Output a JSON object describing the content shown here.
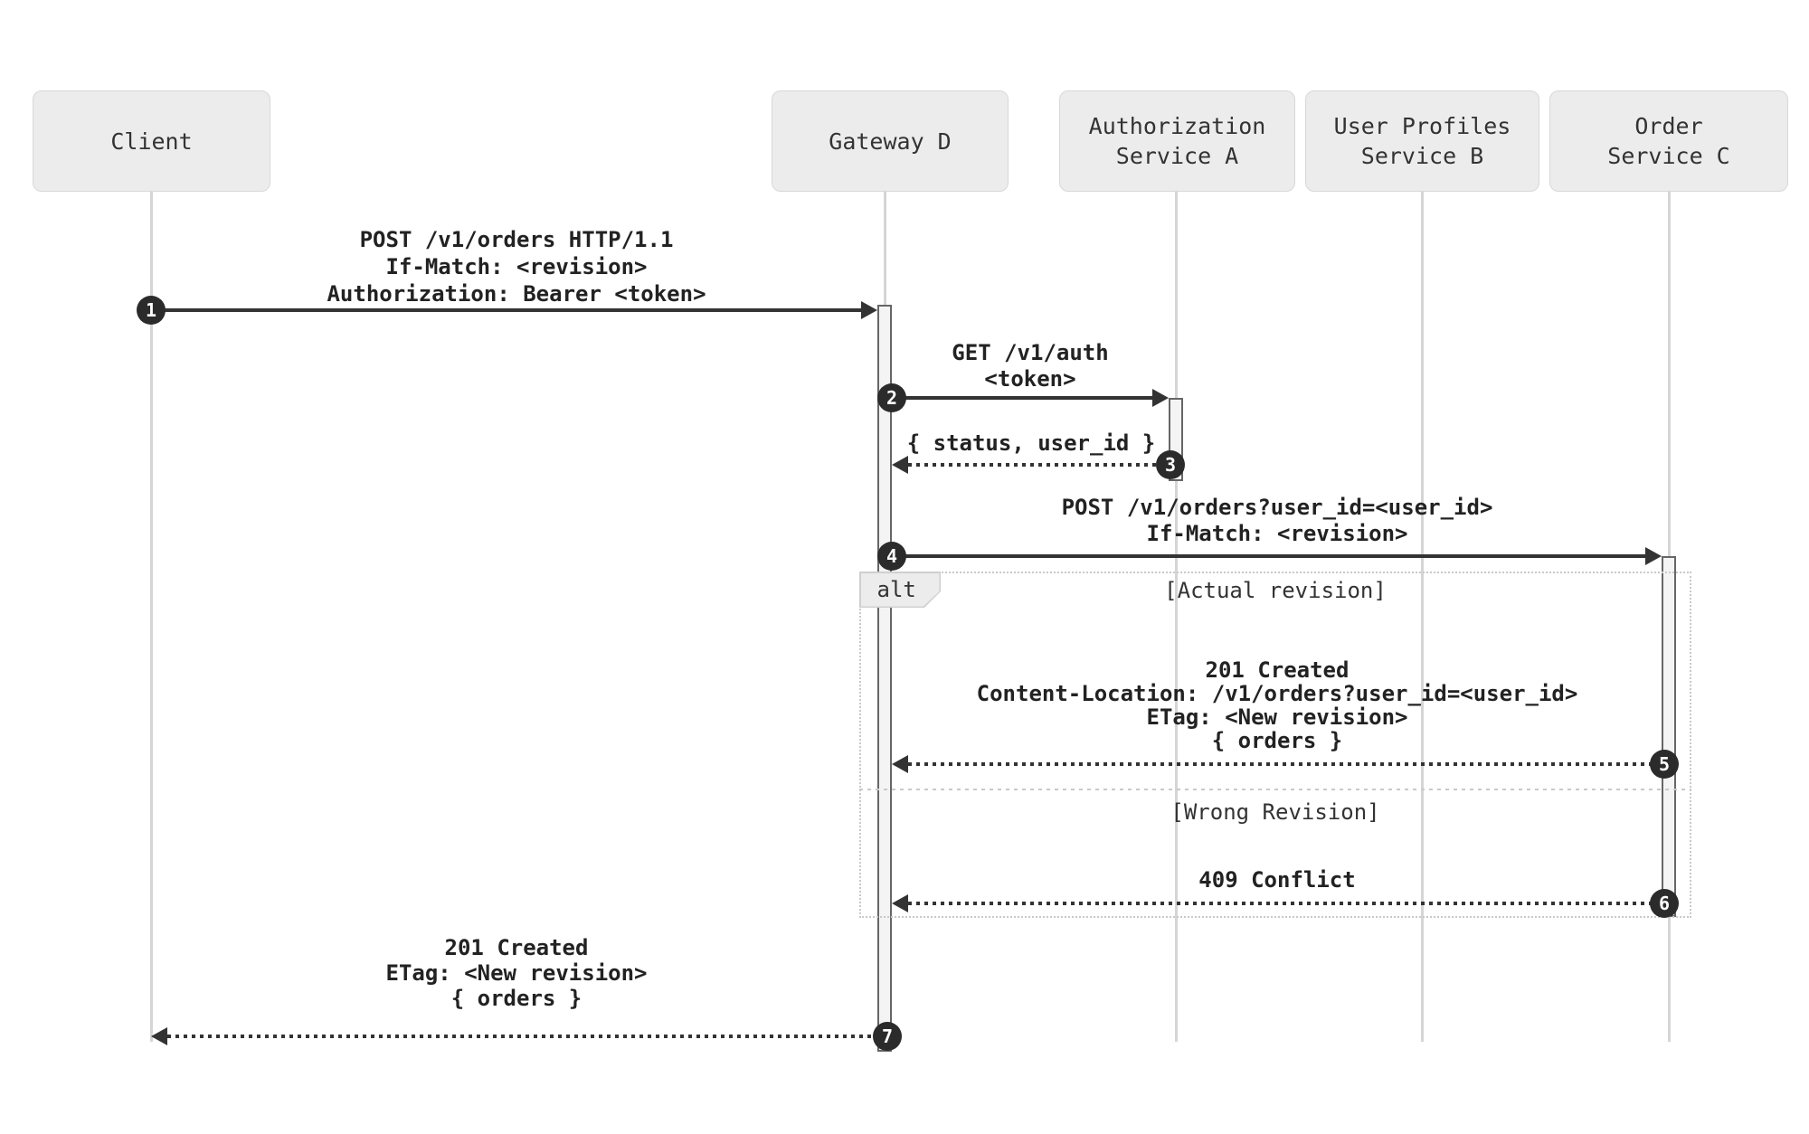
{
  "participants": [
    {
      "line1": "Client",
      "line2": ""
    },
    {
      "line1": "Gateway D",
      "line2": ""
    },
    {
      "line1": "Authorization",
      "line2": "Service A"
    },
    {
      "line1": "User Profiles",
      "line2": "Service B"
    },
    {
      "line1": "Order",
      "line2": "Service C"
    }
  ],
  "messages": [
    {
      "num": "1",
      "lines": [
        "POST /v1/orders HTTP/1.1",
        "If-Match: <revision>",
        "Authorization: Bearer <token>"
      ]
    },
    {
      "num": "2",
      "lines": [
        "GET /v1/auth",
        "<token>"
      ]
    },
    {
      "num": "3",
      "lines": [
        "{ status, user_id }"
      ]
    },
    {
      "num": "4",
      "lines": [
        "POST /v1/orders?user_id=<user_id>",
        "If-Match: <revision>"
      ]
    },
    {
      "num": "5",
      "lines": [
        "201 Created",
        "Content-Location: /v1/orders?user_id=<user_id>",
        "ETag: <New revision>",
        "{ orders }"
      ]
    },
    {
      "num": "6",
      "lines": [
        "409 Conflict"
      ]
    },
    {
      "num": "7",
      "lines": [
        "201 Created",
        "ETag: <New revision>",
        "{ orders }"
      ]
    }
  ],
  "alt": {
    "label": "alt",
    "guards": [
      "[Actual revision]",
      "[Wrong Revision]"
    ]
  },
  "colors": {
    "participant_fill": "#ececec",
    "participant_border": "#d8d8d8",
    "lifeline": "#d5d5d5",
    "arrow": "#333333",
    "badge_fill": "#2b2b2b",
    "badge_text": "#ffffff",
    "activation_fill": "#f4f4f4",
    "activation_border": "#666666",
    "alt_border": "#c9c9c9"
  }
}
